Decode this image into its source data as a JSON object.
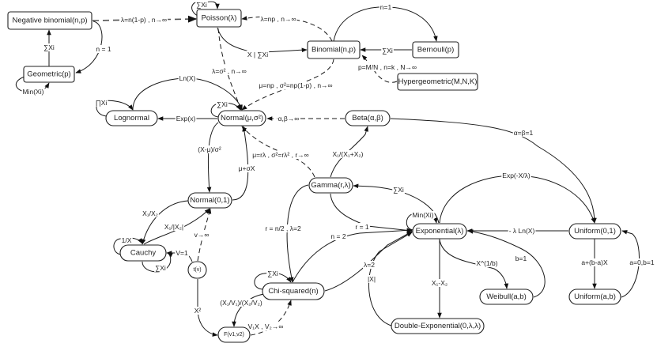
{
  "title": "Univariate distribution relationships",
  "nodes": [
    {
      "id": "negbin",
      "label": "Negative binomial(n,p)",
      "shape": "rect"
    },
    {
      "id": "poisson",
      "label": "Poisson(λ)",
      "shape": "rect"
    },
    {
      "id": "geometric",
      "label": "Geometric(p)",
      "shape": "rect"
    },
    {
      "id": "binomial",
      "label": "Binomial(n,p)",
      "shape": "rect"
    },
    {
      "id": "bernoulli",
      "label": "Bernouli(p)",
      "shape": "rect"
    },
    {
      "id": "hypergeo",
      "label": "Hypergeometric(M,N,K)",
      "shape": "rect"
    },
    {
      "id": "lognormal",
      "label": "Lognormal",
      "shape": "pill"
    },
    {
      "id": "normal",
      "label": "Normal(μ,σ²)",
      "shape": "pill"
    },
    {
      "id": "beta",
      "label": "Beta(α,β)",
      "shape": "pill"
    },
    {
      "id": "normal01",
      "label": "Normal(0,1)",
      "shape": "pill"
    },
    {
      "id": "gamma",
      "label": "Gamma(r,λ)",
      "shape": "pill"
    },
    {
      "id": "cauchy",
      "label": "Cauchy",
      "shape": "pill"
    },
    {
      "id": "tdist",
      "label": "t(v)",
      "shape": "pill"
    },
    {
      "id": "exponential",
      "label": "Exponential(λ)",
      "shape": "pill"
    },
    {
      "id": "uniform01",
      "label": "Uniform(0,1)",
      "shape": "pill"
    },
    {
      "id": "chisq",
      "label": "Chi-squared(n)",
      "shape": "pill"
    },
    {
      "id": "weibull",
      "label": "Weibull(a,b)",
      "shape": "pill"
    },
    {
      "id": "uniformab",
      "label": "Uniform(a,b)",
      "shape": "pill"
    },
    {
      "id": "fdist",
      "label": "F(v1,v2)",
      "shape": "pill"
    },
    {
      "id": "doubleexp",
      "label": "Double-Exponential(0,λ,λ)",
      "shape": "pill"
    }
  ],
  "edges": [
    {
      "id": "negbin-poisson",
      "from": "negbin",
      "to": "poisson",
      "label": "λ=n(1-p) , n→∞",
      "style": "thick-dashed"
    },
    {
      "id": "negbin-geometric",
      "from": "negbin",
      "to": "geometric",
      "label": "n = 1",
      "style": "solid"
    },
    {
      "id": "geometric-negbin",
      "from": "geometric",
      "to": "negbin",
      "label": "∑Xi",
      "style": "solid"
    },
    {
      "id": "geometric-self",
      "from": "geometric",
      "to": "geometric",
      "label": "Min(Xi)",
      "style": "solid"
    },
    {
      "id": "poisson-self",
      "from": "poisson",
      "to": "poisson",
      "label": "∑Xi",
      "style": "solid"
    },
    {
      "id": "binomial-poisson",
      "from": "binomial",
      "to": "poisson",
      "label": "λ=np , n→∞",
      "style": "dashed"
    },
    {
      "id": "poisson-binomial",
      "from": "poisson",
      "to": "binomial",
      "label": "X | ∑Xi",
      "style": "solid"
    },
    {
      "id": "binomial-bernoulli",
      "from": "binomial",
      "to": "bernoulli",
      "label": "n=1",
      "style": "solid"
    },
    {
      "id": "bernoulli-binomial",
      "from": "bernoulli",
      "to": "binomial",
      "label": "∑Xi",
      "style": "solid"
    },
    {
      "id": "hypergeo-binomial",
      "from": "hypergeo",
      "to": "binomial",
      "label": "p=M/N , n=k , N→∞",
      "style": "dashed"
    },
    {
      "id": "poisson-normal",
      "from": "poisson",
      "to": "normal",
      "label": "λ=σ² , n→∞",
      "style": "dashed"
    },
    {
      "id": "binomial-normal",
      "from": "binomial",
      "to": "normal",
      "label": "μ=np , σ²=np(1-p) , n→∞",
      "style": "dashed"
    },
    {
      "id": "lognormal-normal",
      "from": "lognormal",
      "to": "normal",
      "label": "Ln(X)",
      "style": "solid"
    },
    {
      "id": "lognormal-self",
      "from": "lognormal",
      "to": "lognormal",
      "label": "∏Xi",
      "style": "solid"
    },
    {
      "id": "normal-self",
      "from": "normal",
      "to": "normal",
      "label": "∑Xi",
      "style": "solid"
    },
    {
      "id": "normal-lognormal",
      "from": "normal",
      "to": "lognormal",
      "label": "Exp(x)",
      "style": "solid"
    },
    {
      "id": "beta-normal",
      "from": "beta",
      "to": "normal",
      "label": "α,β→∞",
      "style": "dashed"
    },
    {
      "id": "beta-uniform01",
      "from": "beta",
      "to": "uniform01",
      "label": "α=β=1",
      "style": "solid"
    },
    {
      "id": "normal-normal01",
      "from": "normal",
      "to": "normal01",
      "label": "(X-μ)/σ²",
      "style": "solid"
    },
    {
      "id": "normal01-normal",
      "from": "normal01",
      "to": "normal",
      "label": "μ+σX",
      "style": "solid"
    },
    {
      "id": "gamma-normal",
      "from": "gamma",
      "to": "normal",
      "label": "μ=rλ , σ²=rλ² , r→∞",
      "style": "dashed"
    },
    {
      "id": "gamma-beta",
      "from": "gamma",
      "to": "beta",
      "label": "X₁/(X₁+X₂)",
      "style": "solid"
    },
    {
      "id": "normal01-cauchy",
      "from": "normal01",
      "to": "cauchy",
      "label": "X₁/X₂",
      "style": "solid"
    },
    {
      "id": "cauchy-normal01",
      "from": "cauchy",
      "to": "normal01",
      "label": "X₁/|X₂|",
      "style": "solid"
    },
    {
      "id": "tdist-normal01",
      "from": "tdist",
      "to": "normal01",
      "label": "v→∞",
      "style": "dashed"
    },
    {
      "id": "cauchy-self-inv",
      "from": "cauchy",
      "to": "cauchy",
      "label": "1/X",
      "style": "solid"
    },
    {
      "id": "cauchy-self-sum",
      "from": "cauchy",
      "to": "cauchy",
      "label": "∑Xi",
      "style": "solid"
    },
    {
      "id": "tdist-cauchy",
      "from": "tdist",
      "to": "cauchy",
      "label": "V=1",
      "style": "solid"
    },
    {
      "id": "tdist-fdist",
      "from": "tdist",
      "to": "fdist",
      "label": "X²",
      "style": "solid"
    },
    {
      "id": "exponential-gamma",
      "from": "exponential",
      "to": "gamma",
      "label": "∑Xi",
      "style": "solid"
    },
    {
      "id": "exponential-uniform01",
      "from": "exponential",
      "to": "uniform01",
      "label": "Exp(-X/λ)",
      "style": "solid"
    },
    {
      "id": "uniform01-exponential",
      "from": "uniform01",
      "to": "exponential",
      "label": "- λ Ln(X)",
      "style": "solid"
    },
    {
      "id": "gamma-exponential",
      "from": "gamma",
      "to": "exponential",
      "label": "r = 1",
      "style": "solid"
    },
    {
      "id": "exponential-self",
      "from": "exponential",
      "to": "exponential",
      "label": "Min(Xi)",
      "style": "solid"
    },
    {
      "id": "gamma-chisq",
      "from": "gamma",
      "to": "chisq",
      "label": "r = n/2 , λ=2",
      "style": "solid"
    },
    {
      "id": "chisq-exponential-n2",
      "from": "chisq",
      "to": "exponential",
      "label": "n = 2",
      "style": "solid"
    },
    {
      "id": "chisq-exponential-l2",
      "from": "chisq",
      "to": "exponential",
      "label": "λ=2",
      "style": "solid"
    },
    {
      "id": "doubleexp-exponential",
      "from": "doubleexp",
      "to": "exponential",
      "label": "|X|",
      "style": "solid"
    },
    {
      "id": "exponential-doubleexp",
      "from": "exponential",
      "to": "doubleexp",
      "label": "X₁-X₂",
      "style": "solid"
    },
    {
      "id": "exponential-weibull",
      "from": "exponential",
      "to": "weibull",
      "label": "X^(1/b)",
      "style": "solid"
    },
    {
      "id": "weibull-exponential",
      "from": "weibull",
      "to": "exponential",
      "label": "b=1",
      "style": "solid"
    },
    {
      "id": "uniform01-uniformab",
      "from": "uniform01",
      "to": "uniformab",
      "label": "a+(b-a)X",
      "style": "solid"
    },
    {
      "id": "uniformab-uniform01",
      "from": "uniformab",
      "to": "uniform01",
      "label": "a=0,b=1",
      "style": "solid"
    },
    {
      "id": "chisq-self",
      "from": "chisq",
      "to": "chisq",
      "label": "∑Xi",
      "style": "solid"
    },
    {
      "id": "chisq-fdist",
      "from": "chisq",
      "to": "fdist",
      "label": "(X₁/V₁)/(X₂/V₂)",
      "style": "solid"
    },
    {
      "id": "fdist-chisq",
      "from": "fdist",
      "to": "chisq",
      "label": "V₁X , V₂→∞",
      "style": "dashed"
    }
  ]
}
